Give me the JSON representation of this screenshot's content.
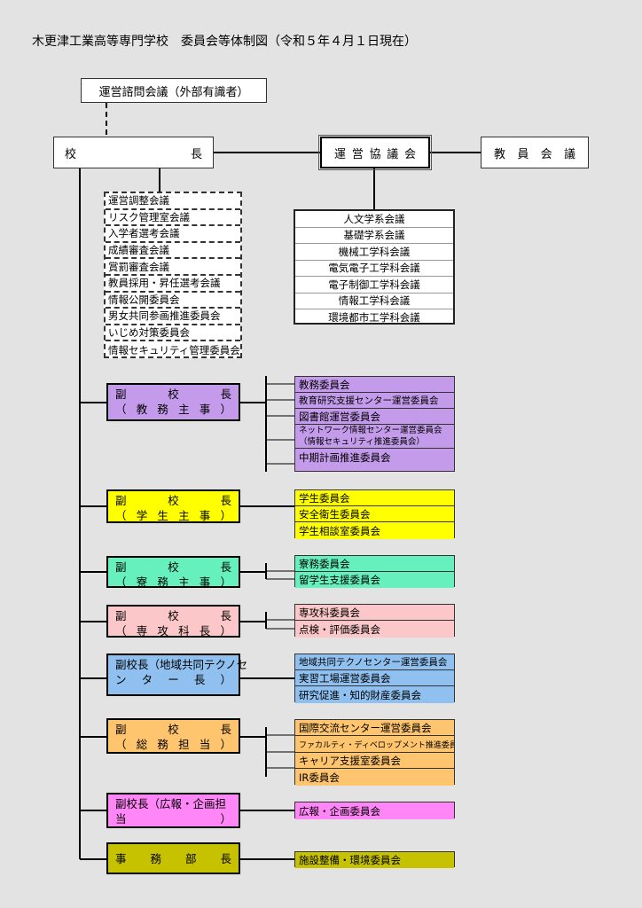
{
  "title": "木更津工業高等専門学校　委員会等体制図（令和５年４月１日現在）",
  "advisory": "運営諮問会議（外部有識者）",
  "principal": {
    "left": "校",
    "right": "長"
  },
  "council": {
    "chars": [
      "運",
      "営",
      "協",
      "議",
      "会"
    ]
  },
  "faculty": {
    "chars": [
      "教",
      "員",
      "会",
      "議"
    ]
  },
  "principal_committees": [
    "運営調整会議",
    "リスク管理室会議",
    "入学者選考会議",
    "成績審査会議",
    "賞罰審査会議",
    "教員採用・昇任選考会議",
    "情報公開委員会",
    "男女共同参画推進委員会",
    "いじめ対策委員会",
    "情報セキュリティ管理委員会"
  ],
  "departments": [
    "人文学系会議",
    "基礎学系会議",
    "機械工学科会議",
    "電気電子工学科会議",
    "電子制御工学科会議",
    "情報工学科会議",
    "環境都市工学科会議"
  ],
  "colors": {
    "purple": "#c39bea",
    "yellow": "#ffff00",
    "mint": "#66f0bd",
    "pink": "#fbc7c8",
    "blue": "#8fc0f0",
    "orange": "#ffc46e",
    "magenta": "#ff86f7",
    "olive": "#c7c200",
    "advisory": "#f9b88c"
  },
  "vps": [
    {
      "id": "academic",
      "r1": [
        "副",
        "校",
        "長"
      ],
      "r2": [
        "（",
        "教",
        "務",
        "主",
        "事",
        "）"
      ],
      "committees": [
        "教務委員会",
        "教育研究支援センター運営委員会",
        "図書館運営委員会",
        "ネットワーク情報センター運営委員会\n（情報セキュリティ推進委員会）",
        "中期計画推進委員会"
      ]
    },
    {
      "id": "student",
      "r1": [
        "副",
        "校",
        "長"
      ],
      "r2": [
        "（",
        "学",
        "生",
        "主",
        "事",
        "）"
      ],
      "committees": [
        "学生委員会",
        "安全衛生委員会",
        "学生相談室委員会"
      ]
    },
    {
      "id": "dorm",
      "r1": [
        "副",
        "校",
        "長"
      ],
      "r2": [
        "（",
        "寮",
        "務",
        "主",
        "事",
        "）"
      ],
      "committees": [
        "寮務委員会",
        "留学生支援委員会"
      ]
    },
    {
      "id": "advanced",
      "r1": [
        "副",
        "校",
        "長"
      ],
      "r2": [
        "（",
        "専",
        "攻",
        "科",
        "長",
        "）"
      ],
      "committees": [
        "専攻科委員会",
        "点検・評価委員会"
      ]
    },
    {
      "id": "tech",
      "r1": [
        "副校長（地域共同テクノセ"
      ],
      "r2": [
        "ン",
        "タ",
        "ー",
        "長",
        "）"
      ],
      "committees": [
        "地域共同テクノセンター運営委員会",
        "実習工場運営委員会",
        "研究促進・知的財産委員会"
      ]
    },
    {
      "id": "general",
      "r1": [
        "副",
        "校",
        "長"
      ],
      "r2": [
        "（",
        "総",
        "務",
        "担",
        "当",
        "）"
      ],
      "committees": [
        "国際交流センター運営委員会",
        "ファカルティ・ディベロップメント推進委員会",
        "キャリア支援室委員会",
        "IR委員会"
      ]
    },
    {
      "id": "pr",
      "r1": [
        "副校長（広報・企画担"
      ],
      "r2": [
        "当",
        "）"
      ],
      "committees": [
        "広報・企画委員会"
      ]
    },
    {
      "id": "admin",
      "r1": [
        "事",
        "務",
        "部",
        "長"
      ],
      "r2": [],
      "committees": [
        "施設整備・環境委員会"
      ]
    }
  ]
}
